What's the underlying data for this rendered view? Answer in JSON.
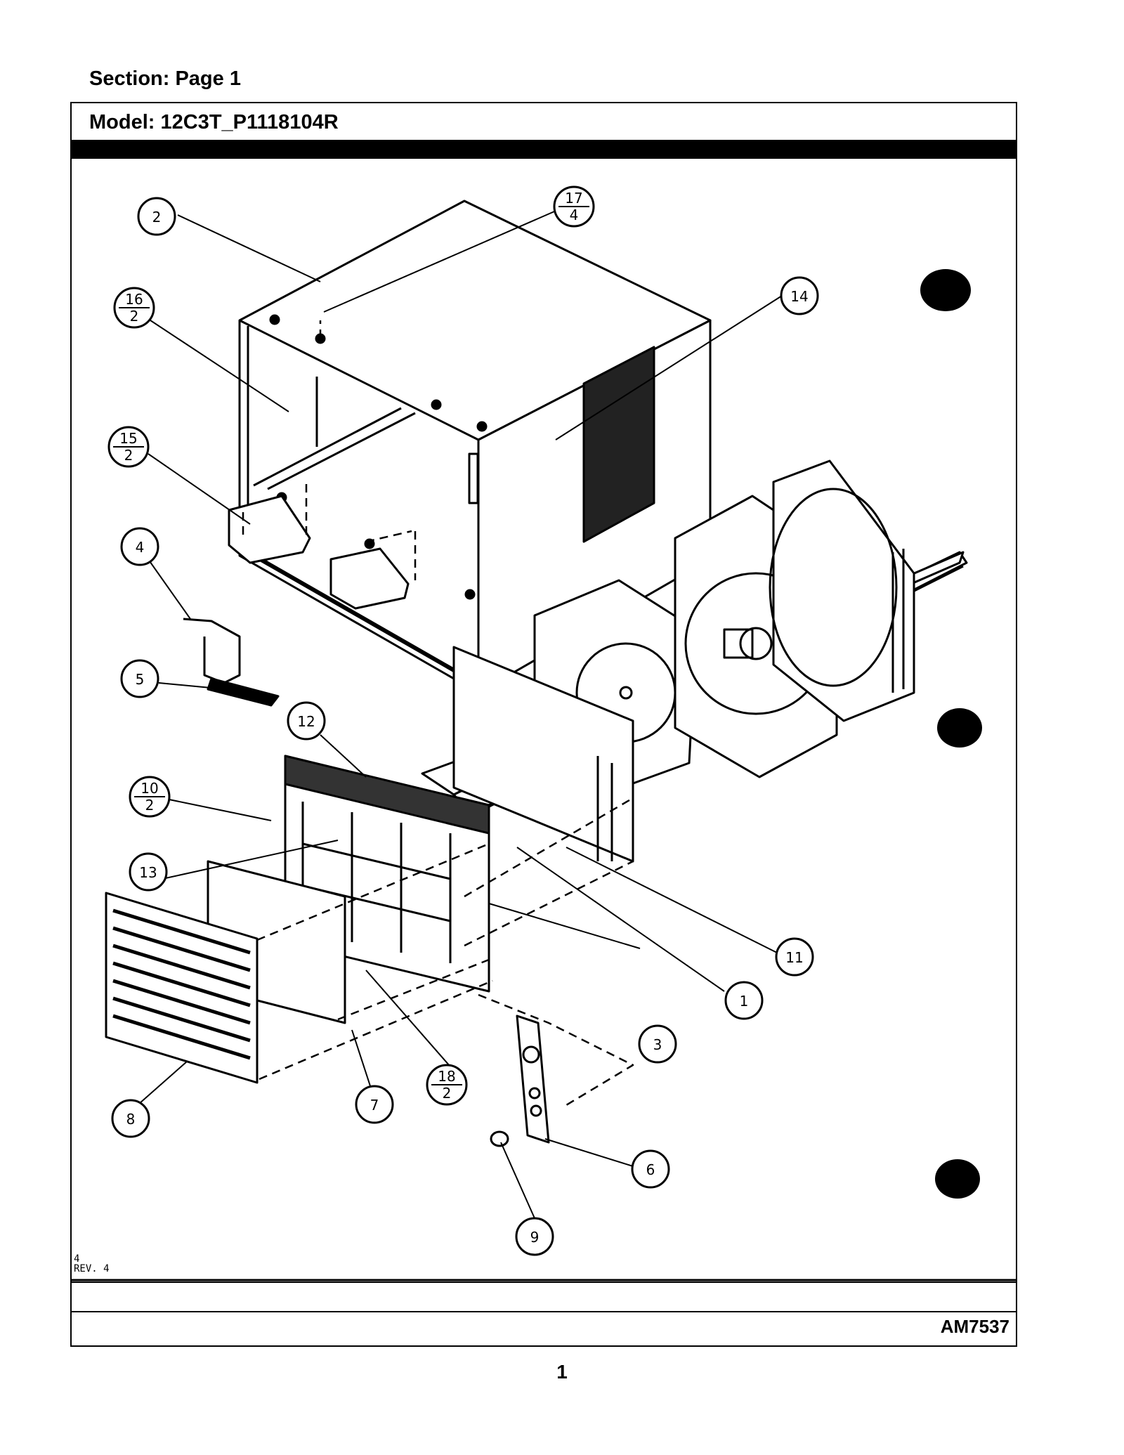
{
  "header": {
    "section_label": "Section:  Page 1",
    "model_label": "Model:  12C3T_P1118104R"
  },
  "diagram": {
    "callouts": [
      "1",
      "2",
      "3",
      "4",
      "5",
      "6",
      "7",
      "8",
      "9",
      "11",
      "12",
      "13",
      "14"
    ],
    "fraction_callouts": [
      {
        "top": "17",
        "bottom": "4"
      },
      {
        "top": "16",
        "bottom": "2"
      },
      {
        "top": "15",
        "bottom": "2"
      },
      {
        "top": "10",
        "bottom": "2"
      },
      {
        "top": "18",
        "bottom": "2"
      }
    ],
    "rev_note": {
      "line1": "4",
      "line2": "REV. 4"
    }
  },
  "footer": {
    "drawing_code": "AM7537",
    "page_number": "1"
  }
}
